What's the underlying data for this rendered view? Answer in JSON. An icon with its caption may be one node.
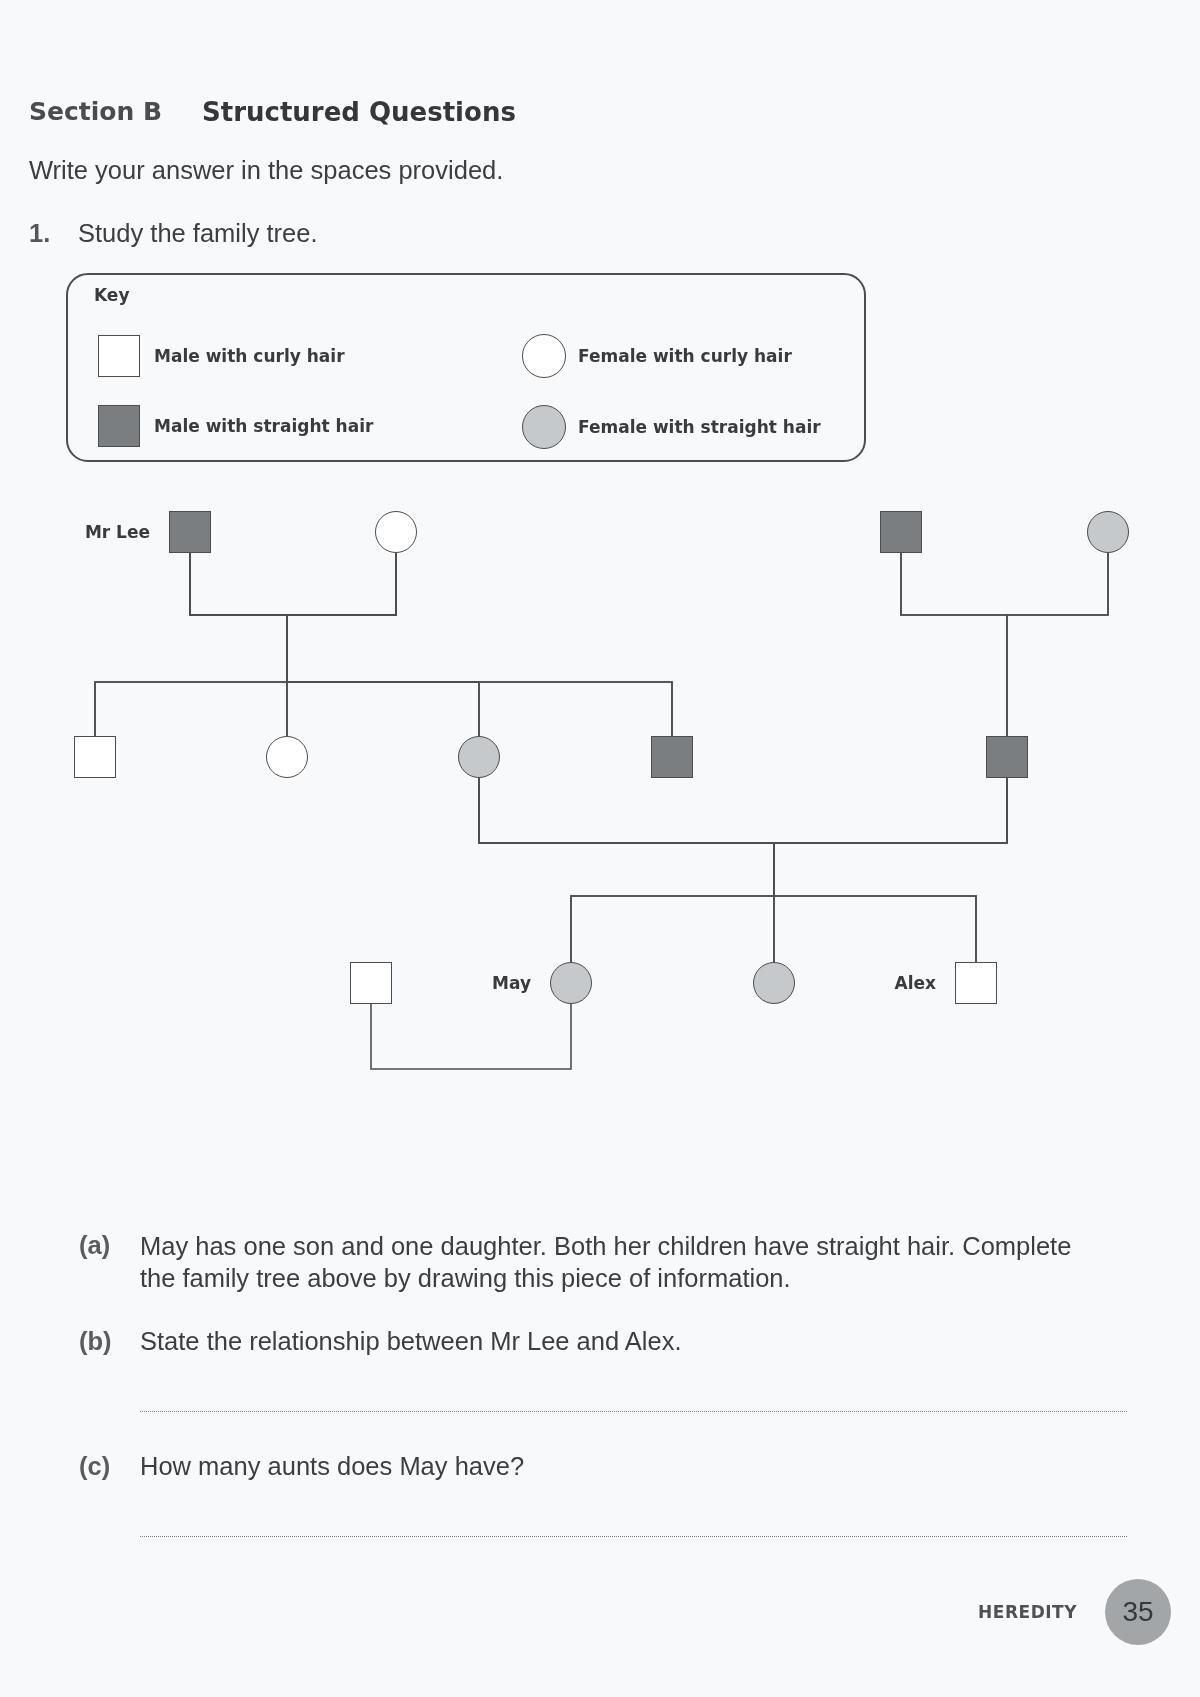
{
  "diagram": {
    "title": "Structured Questions",
    "nodes": [
      {
        "text": [],
        "shape": "box",
        "beside": [
          "Mr Lee"
        ]
      },
      {
        "text": [],
        "shape": "circle"
      },
      {
        "text": [],
        "shape": "box"
      },
      {
        "text": [],
        "shape": "circle"
      },
      {
        "text": [],
        "shape": "box"
      },
      {
        "text": [],
        "shape": "circle"
      },
      {
        "text": [],
        "shape": "circle"
      },
      {
        "text": [],
        "shape": "box"
      },
      {
        "text": [],
        "shape": "box"
      },
      {
        "text": [],
        "shape": "box"
      },
      {
        "text": [],
        "shape": "circle",
        "beside": [
          "May"
        ]
      },
      {
        "text": [],
        "shape": "circle"
      },
      {
        "text": [],
        "shape": "box",
        "beside": [
          "Alex"
        ]
      }
    ],
    "edges": [
      {
        "from": 0,
        "to": 1,
        "arrow": "none"
      },
      {
        "from": 0,
        "to": 4,
        "arrow": "none"
      },
      {
        "from": 0,
        "to": 5,
        "arrow": "none"
      },
      {
        "from": 0,
        "to": 6,
        "arrow": "none"
      },
      {
        "from": 0,
        "to": 7,
        "arrow": "none"
      },
      {
        "from": 1,
        "to": 4,
        "arrow": "none"
      },
      {
        "from": 1,
        "to": 5,
        "arrow": "none"
      },
      {
        "from": 1,
        "to": 6,
        "arrow": "none"
      },
      {
        "from": 1,
        "to": 7,
        "arrow": "none"
      },
      {
        "from": 2,
        "to": 3,
        "arrow": "none"
      },
      {
        "from": 2,
        "to": 8,
        "arrow": "none"
      },
      {
        "from": 3,
        "to": 8,
        "arrow": "none"
      },
      {
        "from": 6,
        "to": 8,
        "arrow": "none"
      },
      {
        "from": 6,
        "to": 10,
        "arrow": "none"
      },
      {
        "from": 6,
        "to": 11,
        "arrow": "none"
      },
      {
        "from": 6,
        "to": 12,
        "arrow": "none"
      },
      {
        "from": 8,
        "to": 10,
        "arrow": "none"
      },
      {
        "from": 8,
        "to": 11,
        "arrow": "none"
      },
      {
        "from": 8,
        "to": 12,
        "arrow": "none"
      },
      {
        "from": 9,
        "to": 10,
        "arrow": "none"
      }
    ],
    "labels": [
      "Section B",
      "Write your answer in the spaces provided.",
      "1.",
      "Study the family tree.",
      "Key",
      "(a)",
      "May has one son and one daughter. Both her children have straight hair. Complete the family tree above by drawing this piece of information.",
      "(b)",
      "State the relationship between Mr Lee and Alex.",
      "(c)",
      "How many aunts does May have?",
      "HEREDITY",
      "35"
    ],
    "legend": [
      {
        "text": "Male with curly hair"
      },
      {
        "text": "Female with curly hair"
      },
      {
        "text": "Male with straight hair"
      },
      {
        "text": "Female with straight hair"
      }
    ]
  }
}
